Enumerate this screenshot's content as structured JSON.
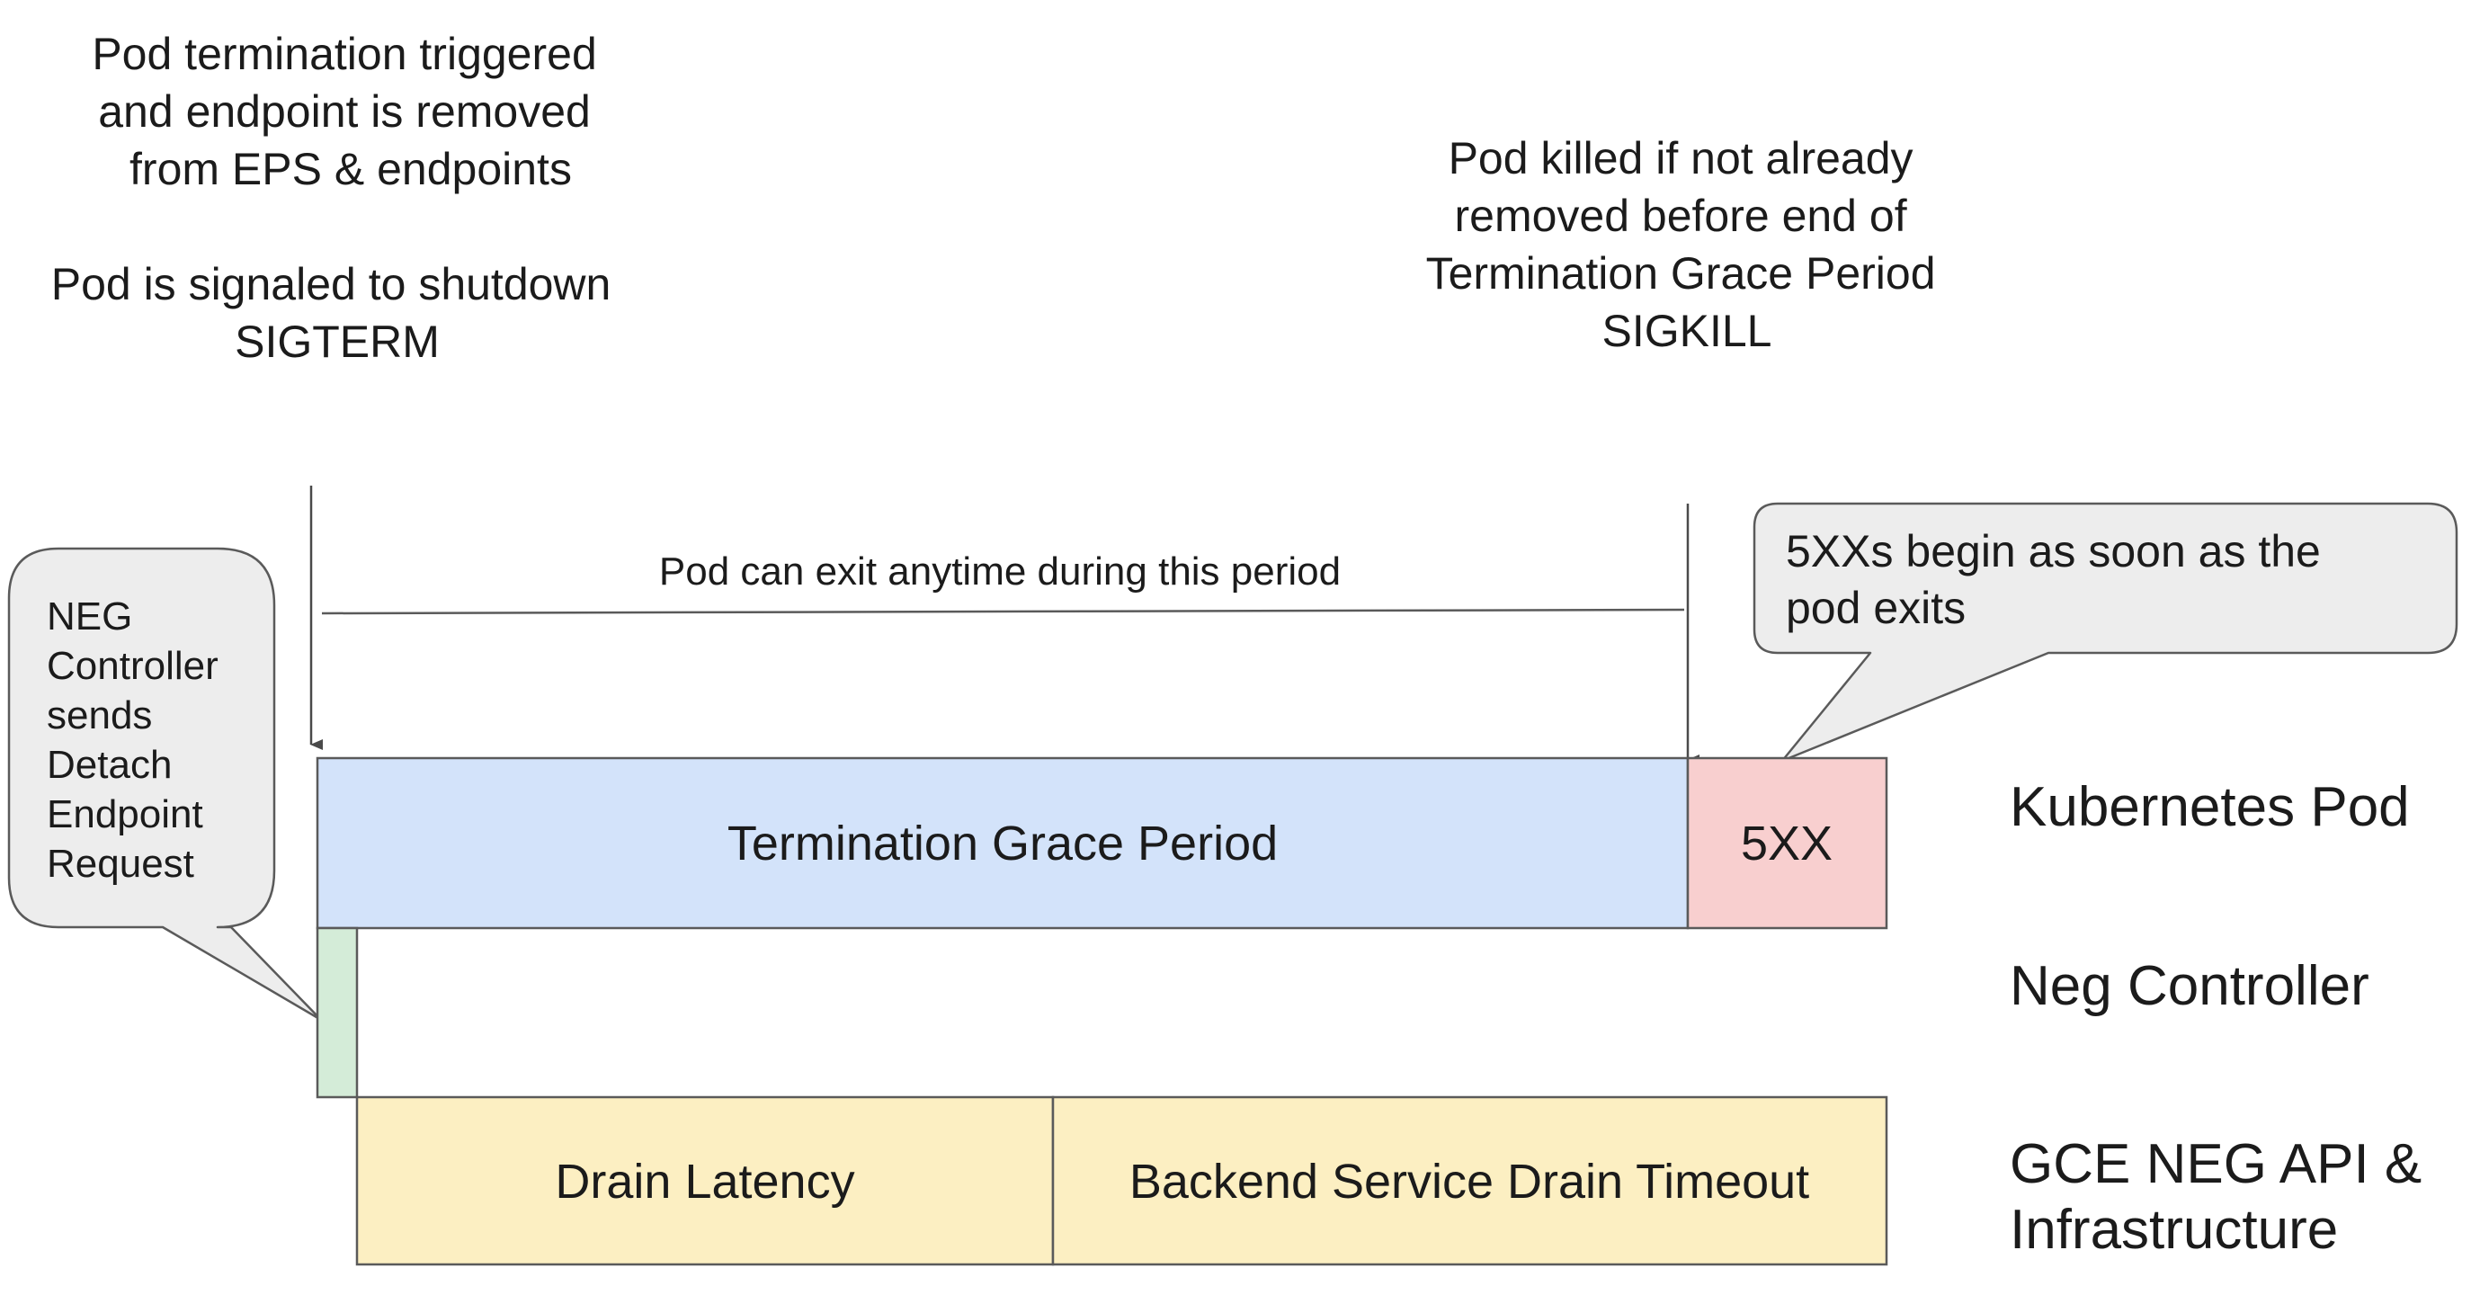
{
  "annotations": {
    "termination_lines": [
      "Pod termination triggered",
      "and endpoint is removed",
      "from EPS & endpoints"
    ],
    "sigterm_lines": [
      "Pod is signaled to shutdown",
      "SIGTERM"
    ],
    "sigkill_lines": [
      "Pod killed if not already",
      "removed before end of",
      "Termination Grace Period",
      "SIGKILL"
    ],
    "exit_period": "Pod can exit anytime during this period"
  },
  "callouts": {
    "neg_lines": [
      "NEG",
      "Controller",
      "sends",
      "Detach",
      "Endpoint",
      "Request"
    ],
    "fivexx_lines": [
      "5XXs begin as soon as the",
      "pod exits"
    ]
  },
  "bars": {
    "termination_grace": "Termination Grace Period",
    "fivexx": "5XX",
    "drain_latency": "Drain Latency",
    "backend_drain": "Backend Service Drain Timeout"
  },
  "rows": {
    "pod": [
      "Kubernetes Pod"
    ],
    "neg": [
      "Neg Controller"
    ],
    "gce": [
      "GCE NEG API &",
      "Infrastructure"
    ]
  },
  "colors": {
    "termination_fill": "#d3e3fa",
    "fivexx_fill": "#f8cfcf",
    "neg_fill": "#d4ecd8",
    "drain_fill": "#fcefc2",
    "callout_fill": "#ededed",
    "stroke": "#5a5a5a"
  }
}
